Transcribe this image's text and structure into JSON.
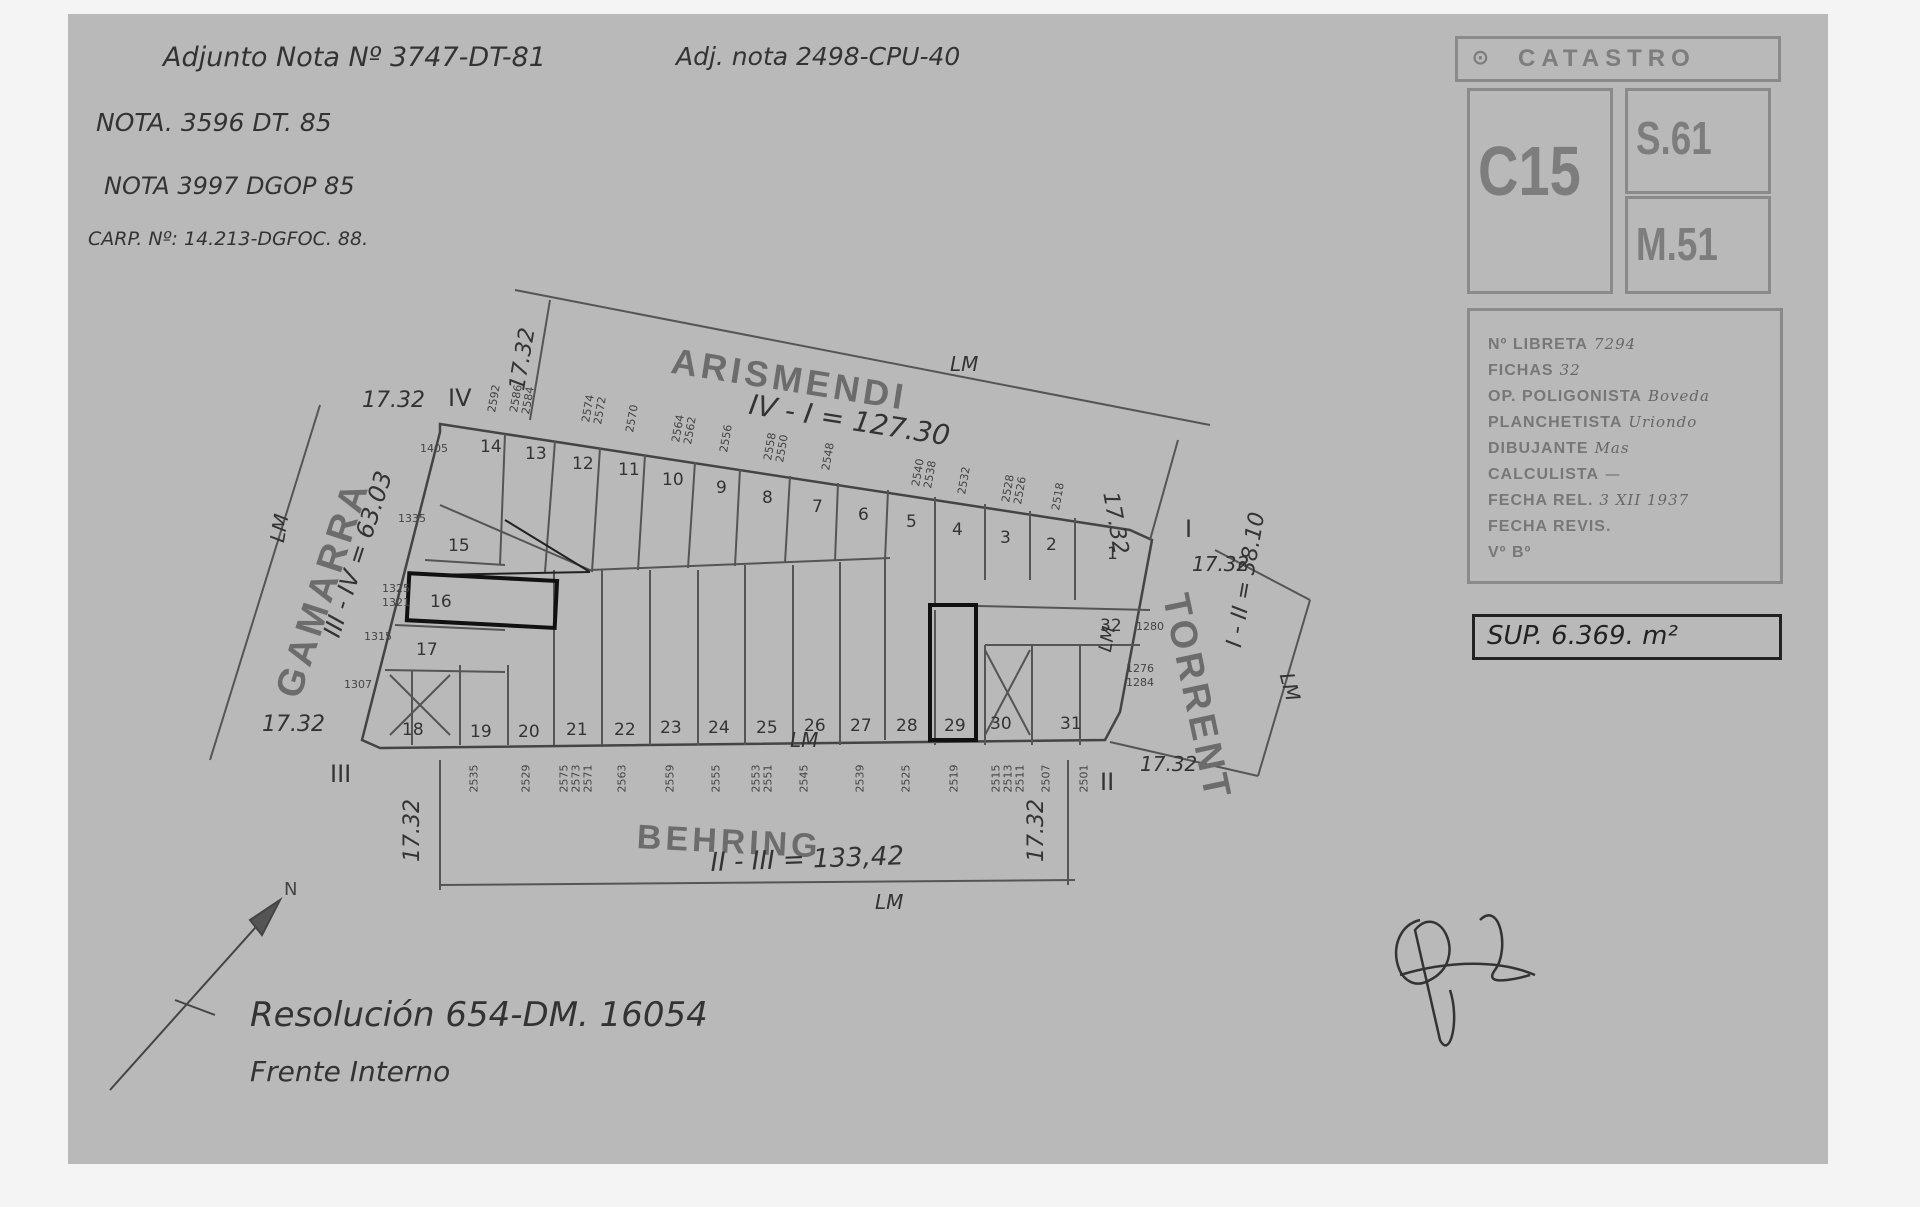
{
  "header_notes": {
    "adjunto": "Adjunto Nota Nº 3747-DT-81",
    "adj_nota": "Adj. nota 2498-CPU-40",
    "nota1": "NOTA. 3596 DT. 85",
    "nota2": "NOTA 3997 DGOP 85",
    "carp": "CARP. Nº: 14.213-DGFOC. 88."
  },
  "stamp": {
    "catastro": "CATASTRO",
    "circ": "C15",
    "seccion": "S.61",
    "manzana": "M.51",
    "fields": [
      {
        "label": "Nº LIBRETA",
        "value": "7294"
      },
      {
        "label": "FICHAS",
        "value": "32"
      },
      {
        "label": "OP. POLIGONISTA",
        "value": "Boveda"
      },
      {
        "label": "PLANCHETISTA",
        "value": "Uriondo"
      },
      {
        "label": "DIBUJANTE",
        "value": "Mas"
      },
      {
        "label": "CALCULISTA",
        "value": "—"
      },
      {
        "label": "FECHA REL.",
        "value": "3 XII 1937"
      },
      {
        "label": "FECHA REVIS.",
        "value": ""
      },
      {
        "label": "Vº Bº",
        "value": ""
      }
    ],
    "superficie": "SUP. 6.369. m²"
  },
  "streets": {
    "arismendi": "ARISMENDI",
    "gamarra": "GAMARRA",
    "behring": "BEHRING",
    "torrent": "TORRENT"
  },
  "dimensions": {
    "arismendi": "IV - I = 127.30",
    "gamarra": "III - IV = 63.03",
    "behring": "II - III = 133,42",
    "torrent": "I - II = 38.10",
    "chamfer": "17.32",
    "lm": "LM"
  },
  "vertices": [
    "I",
    "II",
    "III",
    "IV"
  ],
  "lots": [
    "1",
    "2",
    "3",
    "4",
    "5",
    "6",
    "7",
    "8",
    "9",
    "10",
    "11",
    "12",
    "13",
    "14",
    "15",
    "16",
    "17",
    "18",
    "19",
    "20",
    "21",
    "22",
    "23",
    "24",
    "25",
    "26",
    "27",
    "28",
    "29",
    "30",
    "31",
    "32"
  ],
  "door_numbers_top": [
    "2592",
    "2586",
    "2584",
    "2574",
    "2572",
    "2570",
    "2564",
    "2562",
    "2556",
    "2558",
    "2550",
    "2548",
    "2540",
    "2538",
    "2532",
    "2528",
    "2526",
    "2518"
  ],
  "door_numbers_bottom": [
    "2535",
    "2529",
    "2575",
    "2573",
    "2571",
    "2563",
    "2559",
    "2555",
    "2553",
    "2551",
    "2545",
    "2539",
    "2525",
    "2519",
    "2515",
    "2513",
    "2511",
    "2507",
    "2501"
  ],
  "door_numbers_side": [
    "1405",
    "1335",
    "1325",
    "1321",
    "1315",
    "1307",
    "1280",
    "1276",
    "1284"
  ],
  "footer": {
    "resolucion": "Resolución 654-DM. 16054",
    "frente": "Frente Interno"
  },
  "north_label": "N"
}
